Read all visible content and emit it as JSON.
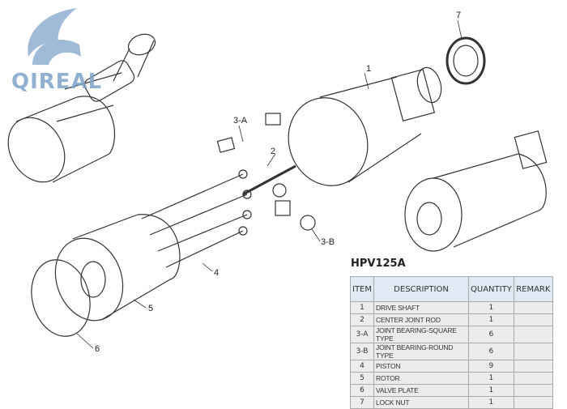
{
  "logo": {
    "text": "QIREAL"
  },
  "callouts": [
    "1",
    "2",
    "3-A",
    "3-B",
    "4",
    "5",
    "6",
    "7"
  ],
  "table": {
    "title": "HPV125A",
    "headers": [
      "ITEM",
      "DESCRIPTION",
      "QUANTITY",
      "REMARK"
    ],
    "rows": [
      {
        "item": "1",
        "description": "DRIVE SHAFT",
        "quantity": "1",
        "remark": ""
      },
      {
        "item": "2",
        "description": "CENTER JOINT ROD",
        "quantity": "1",
        "remark": ""
      },
      {
        "item": "3-A",
        "description": "JOINT BEARING-SQUARE TYPE",
        "quantity": "6",
        "remark": ""
      },
      {
        "item": "3-B",
        "description": "JOINT BEARING-ROUND TYPE",
        "quantity": "6",
        "remark": ""
      },
      {
        "item": "4",
        "description": "PISTON",
        "quantity": "9",
        "remark": ""
      },
      {
        "item": "5",
        "description": "ROTOR",
        "quantity": "1",
        "remark": ""
      },
      {
        "item": "6",
        "description": "VALVE PLATE",
        "quantity": "1",
        "remark": ""
      },
      {
        "item": "7",
        "description": "LOCK NUT",
        "quantity": "1",
        "remark": ""
      }
    ]
  }
}
